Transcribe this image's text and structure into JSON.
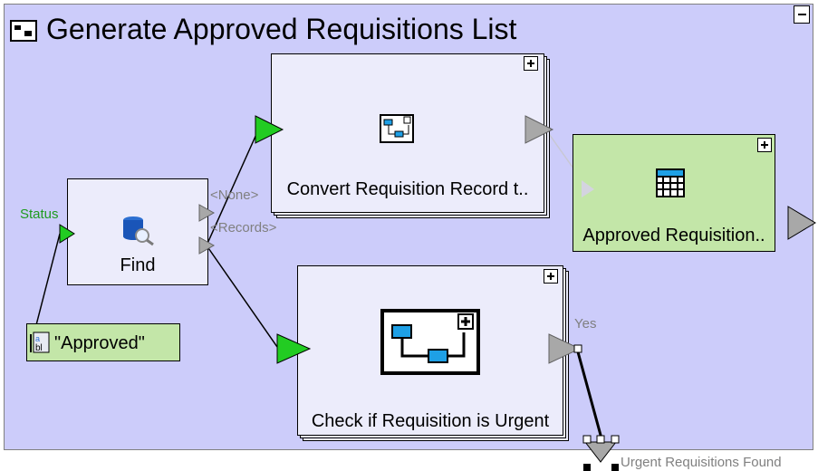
{
  "workflow": {
    "title": "Generate Approved Requisitions List"
  },
  "nodes": {
    "find": {
      "label": "Find"
    },
    "convert": {
      "label": "Convert Requisition Record t.."
    },
    "approved_list": {
      "label": "Approved Requisition.."
    },
    "check_urgent": {
      "label": "Check if Requisition is Urgent"
    },
    "approved_constant": {
      "label": "\"Approved\""
    }
  },
  "ports": {
    "status": "Status",
    "none": "<None>",
    "records": "<Records>",
    "yes": "Yes"
  },
  "footer": {
    "urgent_found": "Urgent Requisitions Found"
  },
  "icons": {
    "title": "subprocess-window-icon",
    "find": "database-search-icon",
    "convert": "subprocess-icon",
    "approved_list": "table-grid-icon",
    "check_urgent": "subprocess-icon",
    "constant": "text-constant-icon"
  },
  "colors": {
    "panel": "#ccccfa",
    "node": "#ececfb",
    "green_node": "#c3e6a8",
    "port_active": "#22cc22",
    "port_inactive": "#a0a0a0",
    "status_text": "#1e9b1e"
  }
}
